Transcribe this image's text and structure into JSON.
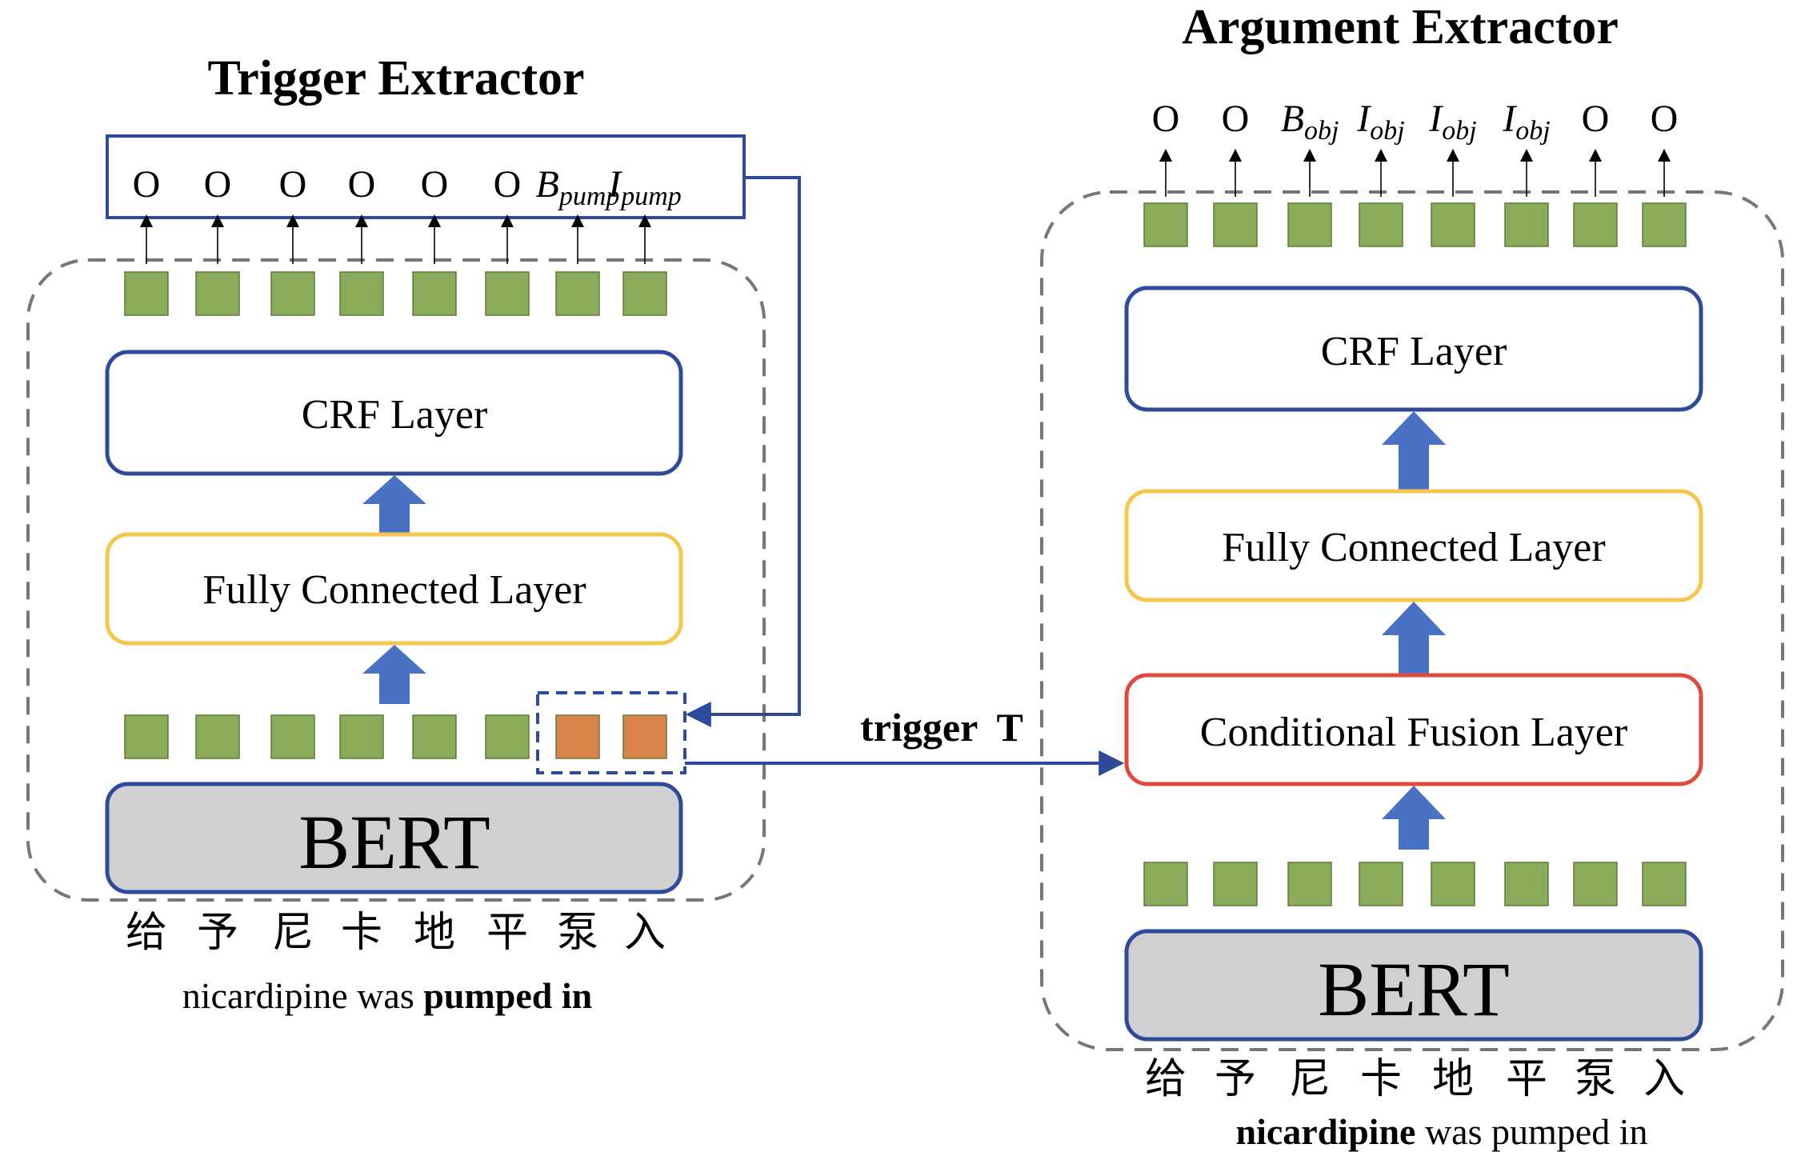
{
  "trigger": {
    "title": "Trigger Extractor",
    "output_labels": [
      {
        "main": "O",
        "sub": ""
      },
      {
        "main": "O",
        "sub": ""
      },
      {
        "main": "O",
        "sub": ""
      },
      {
        "main": "O",
        "sub": ""
      },
      {
        "main": "O",
        "sub": ""
      },
      {
        "main": "O",
        "sub": ""
      },
      {
        "main": "B",
        "sub": "pump"
      },
      {
        "main": "I",
        "sub": "pump"
      }
    ],
    "crf_label": "CRF Layer",
    "fc_label": "Fully Connected Layer",
    "bert_label": "BERT",
    "chars": [
      "给",
      "予",
      "尼",
      "卡",
      "地",
      "平",
      "泵",
      "入"
    ],
    "caption_normal": "nicardipine was ",
    "caption_bold": "pumped in"
  },
  "link_label": "trigger  T",
  "argument": {
    "title": "Argument Extractor",
    "output_labels": [
      {
        "main": "O",
        "sub": ""
      },
      {
        "main": "O",
        "sub": ""
      },
      {
        "main": "B",
        "sub": "obj"
      },
      {
        "main": "I",
        "sub": "obj"
      },
      {
        "main": "I",
        "sub": "obj"
      },
      {
        "main": "I",
        "sub": "obj"
      },
      {
        "main": "O",
        "sub": ""
      },
      {
        "main": "O",
        "sub": ""
      }
    ],
    "crf_label": "CRF Layer",
    "fc_label": "Fully Connected Layer",
    "fusion_label": "Conditional Fusion Layer",
    "bert_label": "BERT",
    "chars": [
      "给",
      "予",
      "尼",
      "卡",
      "地",
      "平",
      "泵",
      "入"
    ],
    "caption_bold": "nicardipine",
    "caption_normal": " was pumped in"
  },
  "colors": {
    "token_green": "#8aac5a",
    "token_orange": "#d9824a",
    "box_blue": "#2e4a9a",
    "fc_yellow": "#f4c64b",
    "fusion_red": "#e04a3a",
    "arrow_blue": "#4a72c4",
    "bert_fill": "#d0cfd1",
    "dash_gray": "#777777"
  }
}
